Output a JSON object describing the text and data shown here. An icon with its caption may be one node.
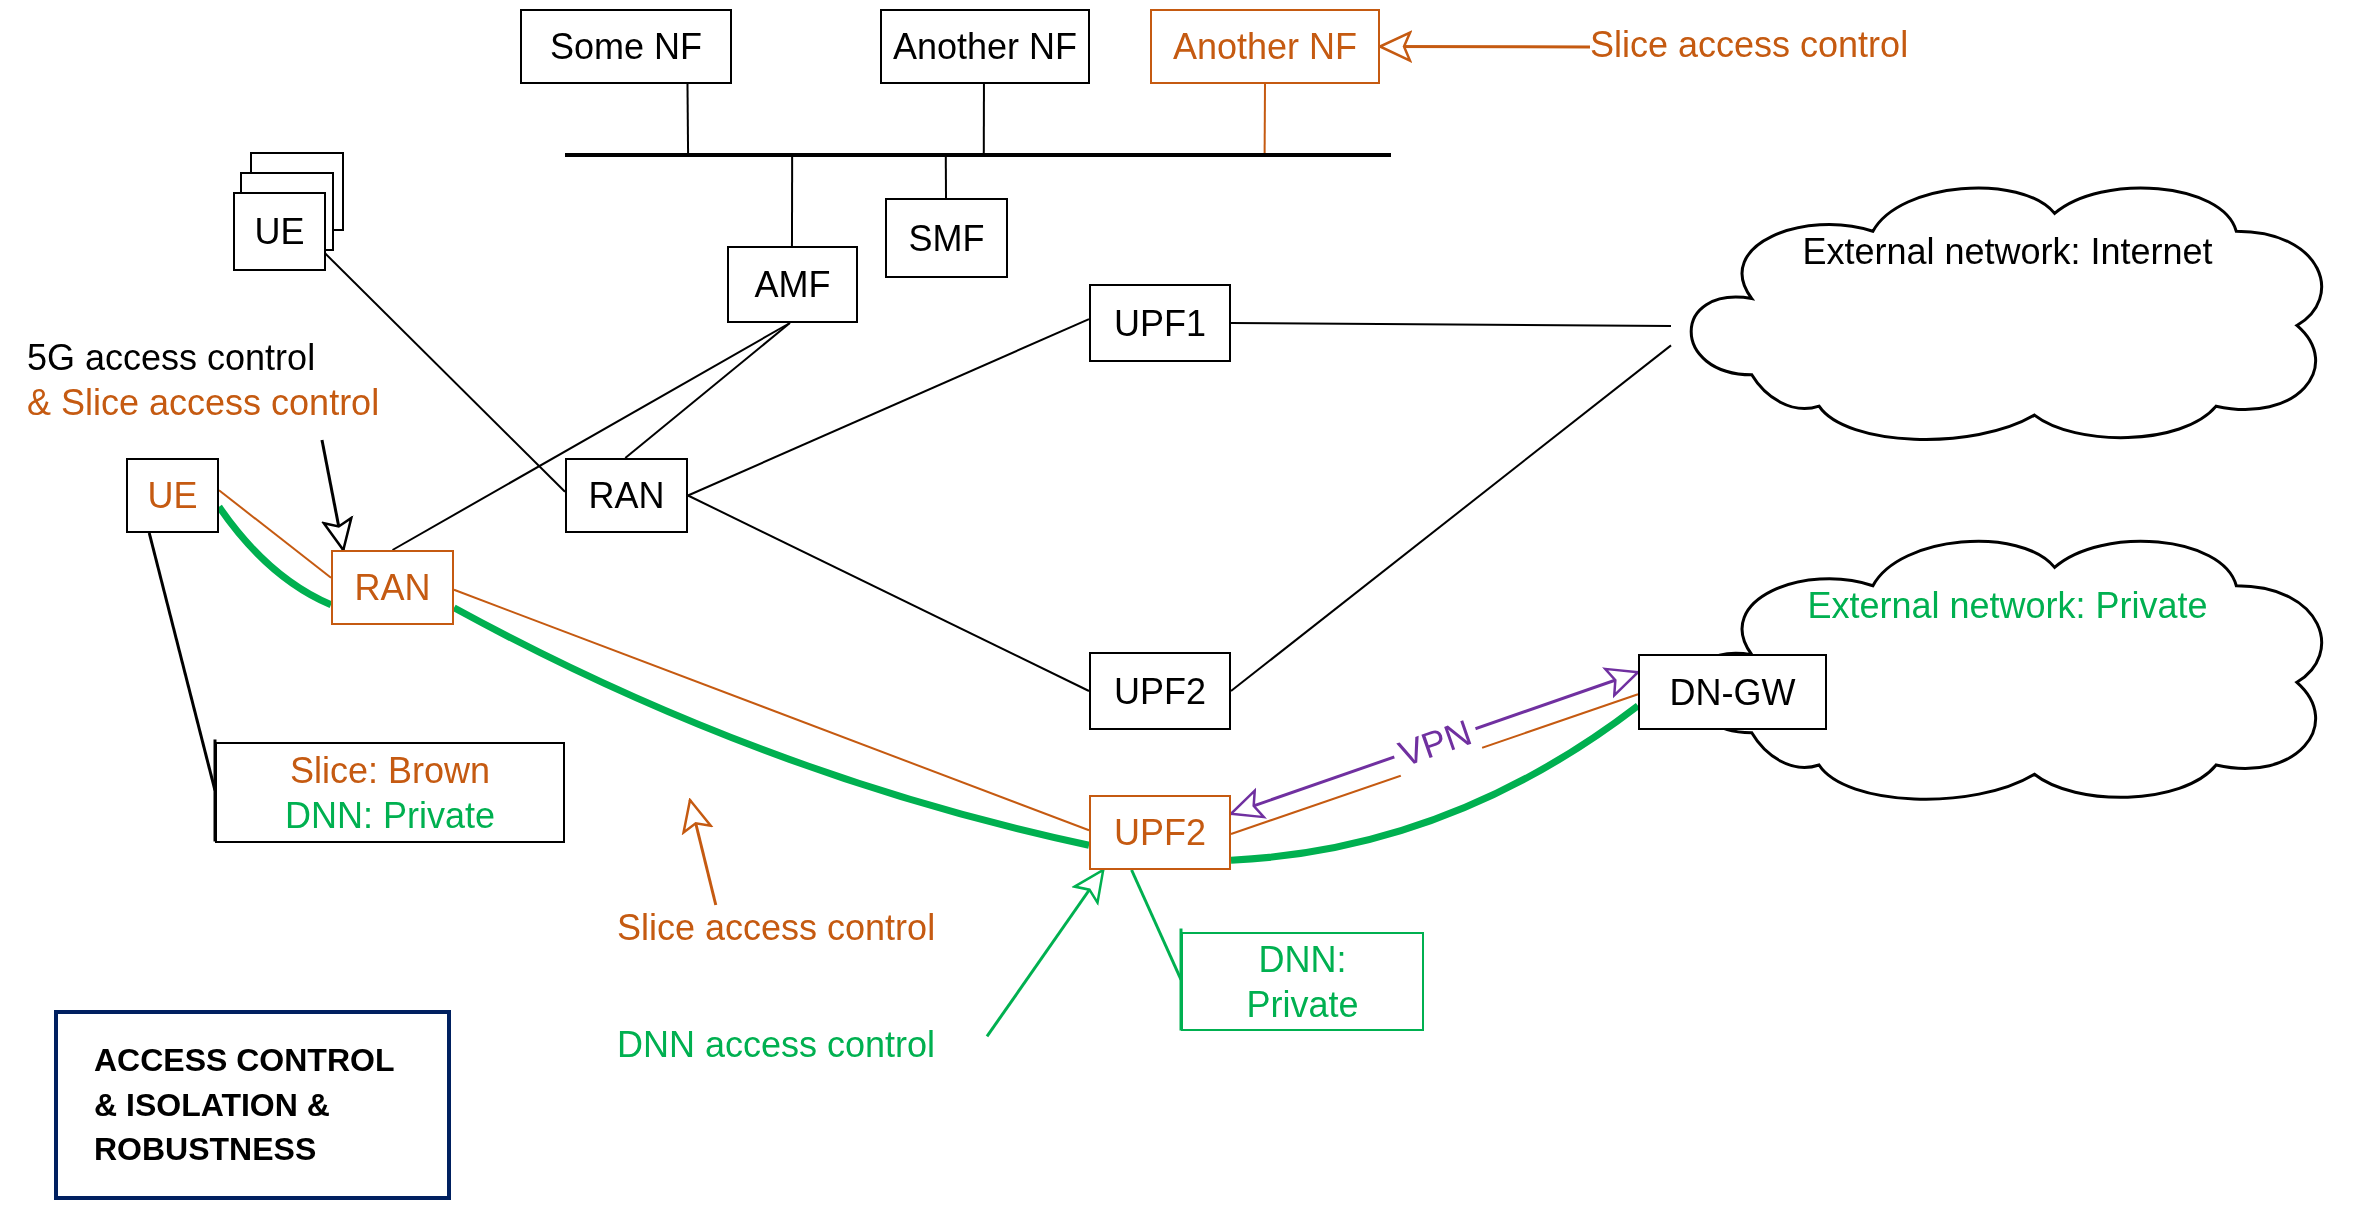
{
  "diagram": {
    "nodes": [
      {
        "text": [
          "Some NF"
        ]
      },
      {
        "text": [
          "Another NF"
        ]
      },
      {
        "text": [
          "Another NF"
        ]
      },
      {
        "text": [
          "Slice access control"
        ]
      },
      {
        "text": [],
        "shape": "bar"
      },
      {
        "text": [
          "UE"
        ]
      },
      {
        "text": [
          "AMF"
        ]
      },
      {
        "text": [
          "SMF"
        ]
      },
      {
        "text": [
          "UPF1"
        ]
      },
      {
        "text": [
          "External network: Internet"
        ]
      },
      {
        "text": [
          "5G access control",
          "& Slice access control"
        ]
      },
      {
        "text": [
          "UE"
        ]
      },
      {
        "text": [
          "RAN"
        ]
      },
      {
        "text": [
          "RAN"
        ]
      },
      {
        "text": [
          "External network: Private"
        ]
      },
      {
        "text": [
          "UPF2"
        ]
      },
      {
        "text": [
          "DN-GW"
        ]
      },
      {
        "text": [
          "Slice: Brown",
          "DNN: Private"
        ]
      },
      {
        "text": [
          "UPF2"
        ]
      },
      {
        "text": [
          "Slice access control"
        ]
      },
      {
        "text": [
          "DNN: Private"
        ]
      },
      {
        "text": [
          "DNN access control"
        ]
      },
      {
        "text": [
          "ACCESS CONTROL & ISOLATION & ROBUSTNESS"
        ]
      }
    ],
    "edges": [
      {
        "from": 0,
        "to": 4,
        "arrow": "none"
      },
      {
        "from": 1,
        "to": 4,
        "arrow": "none"
      },
      {
        "from": 2,
        "to": 4,
        "arrow": "none",
        "color": "#c55a11"
      },
      {
        "from": 3,
        "to": 2,
        "arrow": "to",
        "color": "#c55a11"
      },
      {
        "from": 6,
        "to": 4,
        "arrow": "none"
      },
      {
        "from": 7,
        "to": 4,
        "arrow": "none"
      },
      {
        "from": 5,
        "to": 12,
        "arrow": "none"
      },
      {
        "from": 6,
        "to": 12,
        "arrow": "none"
      },
      {
        "from": 6,
        "to": 13,
        "arrow": "none"
      },
      {
        "from": 12,
        "to": 8,
        "arrow": "none"
      },
      {
        "from": 12,
        "to": 15,
        "arrow": "none"
      },
      {
        "from": 8,
        "to": 9,
        "arrow": "none"
      },
      {
        "from": 15,
        "to": 9,
        "arrow": "none"
      },
      {
        "from": 11,
        "to": 13,
        "arrow": "none",
        "color": "#c55a11"
      },
      {
        "from": 11,
        "to": 13,
        "arrow": "none",
        "style": "thick",
        "color": "#00b050"
      },
      {
        "from": 13,
        "to": 18,
        "arrow": "none",
        "color": "#c55a11"
      },
      {
        "from": 13,
        "to": 18,
        "arrow": "none",
        "style": "thick",
        "color": "#00b050"
      },
      {
        "from": 18,
        "to": 16,
        "arrow": "none",
        "color": "#c55a11"
      },
      {
        "from": 18,
        "to": 16,
        "arrow": "none",
        "style": "thick",
        "color": "#00b050"
      },
      {
        "from": 18,
        "to": 16,
        "label": "VPN",
        "arrow": "both",
        "color": "#7030a0"
      },
      {
        "from": 10,
        "to": 13,
        "arrow": "to"
      },
      {
        "from": 19,
        "to": null,
        "arrow": "to",
        "color": "#c55a11"
      },
      {
        "from": 21,
        "to": 18,
        "arrow": "to",
        "color": "#00b050"
      },
      {
        "from": 11,
        "to": 17,
        "arrow": "other"
      },
      {
        "from": 18,
        "to": 20,
        "arrow": "other",
        "color": "#00b050"
      }
    ]
  }
}
